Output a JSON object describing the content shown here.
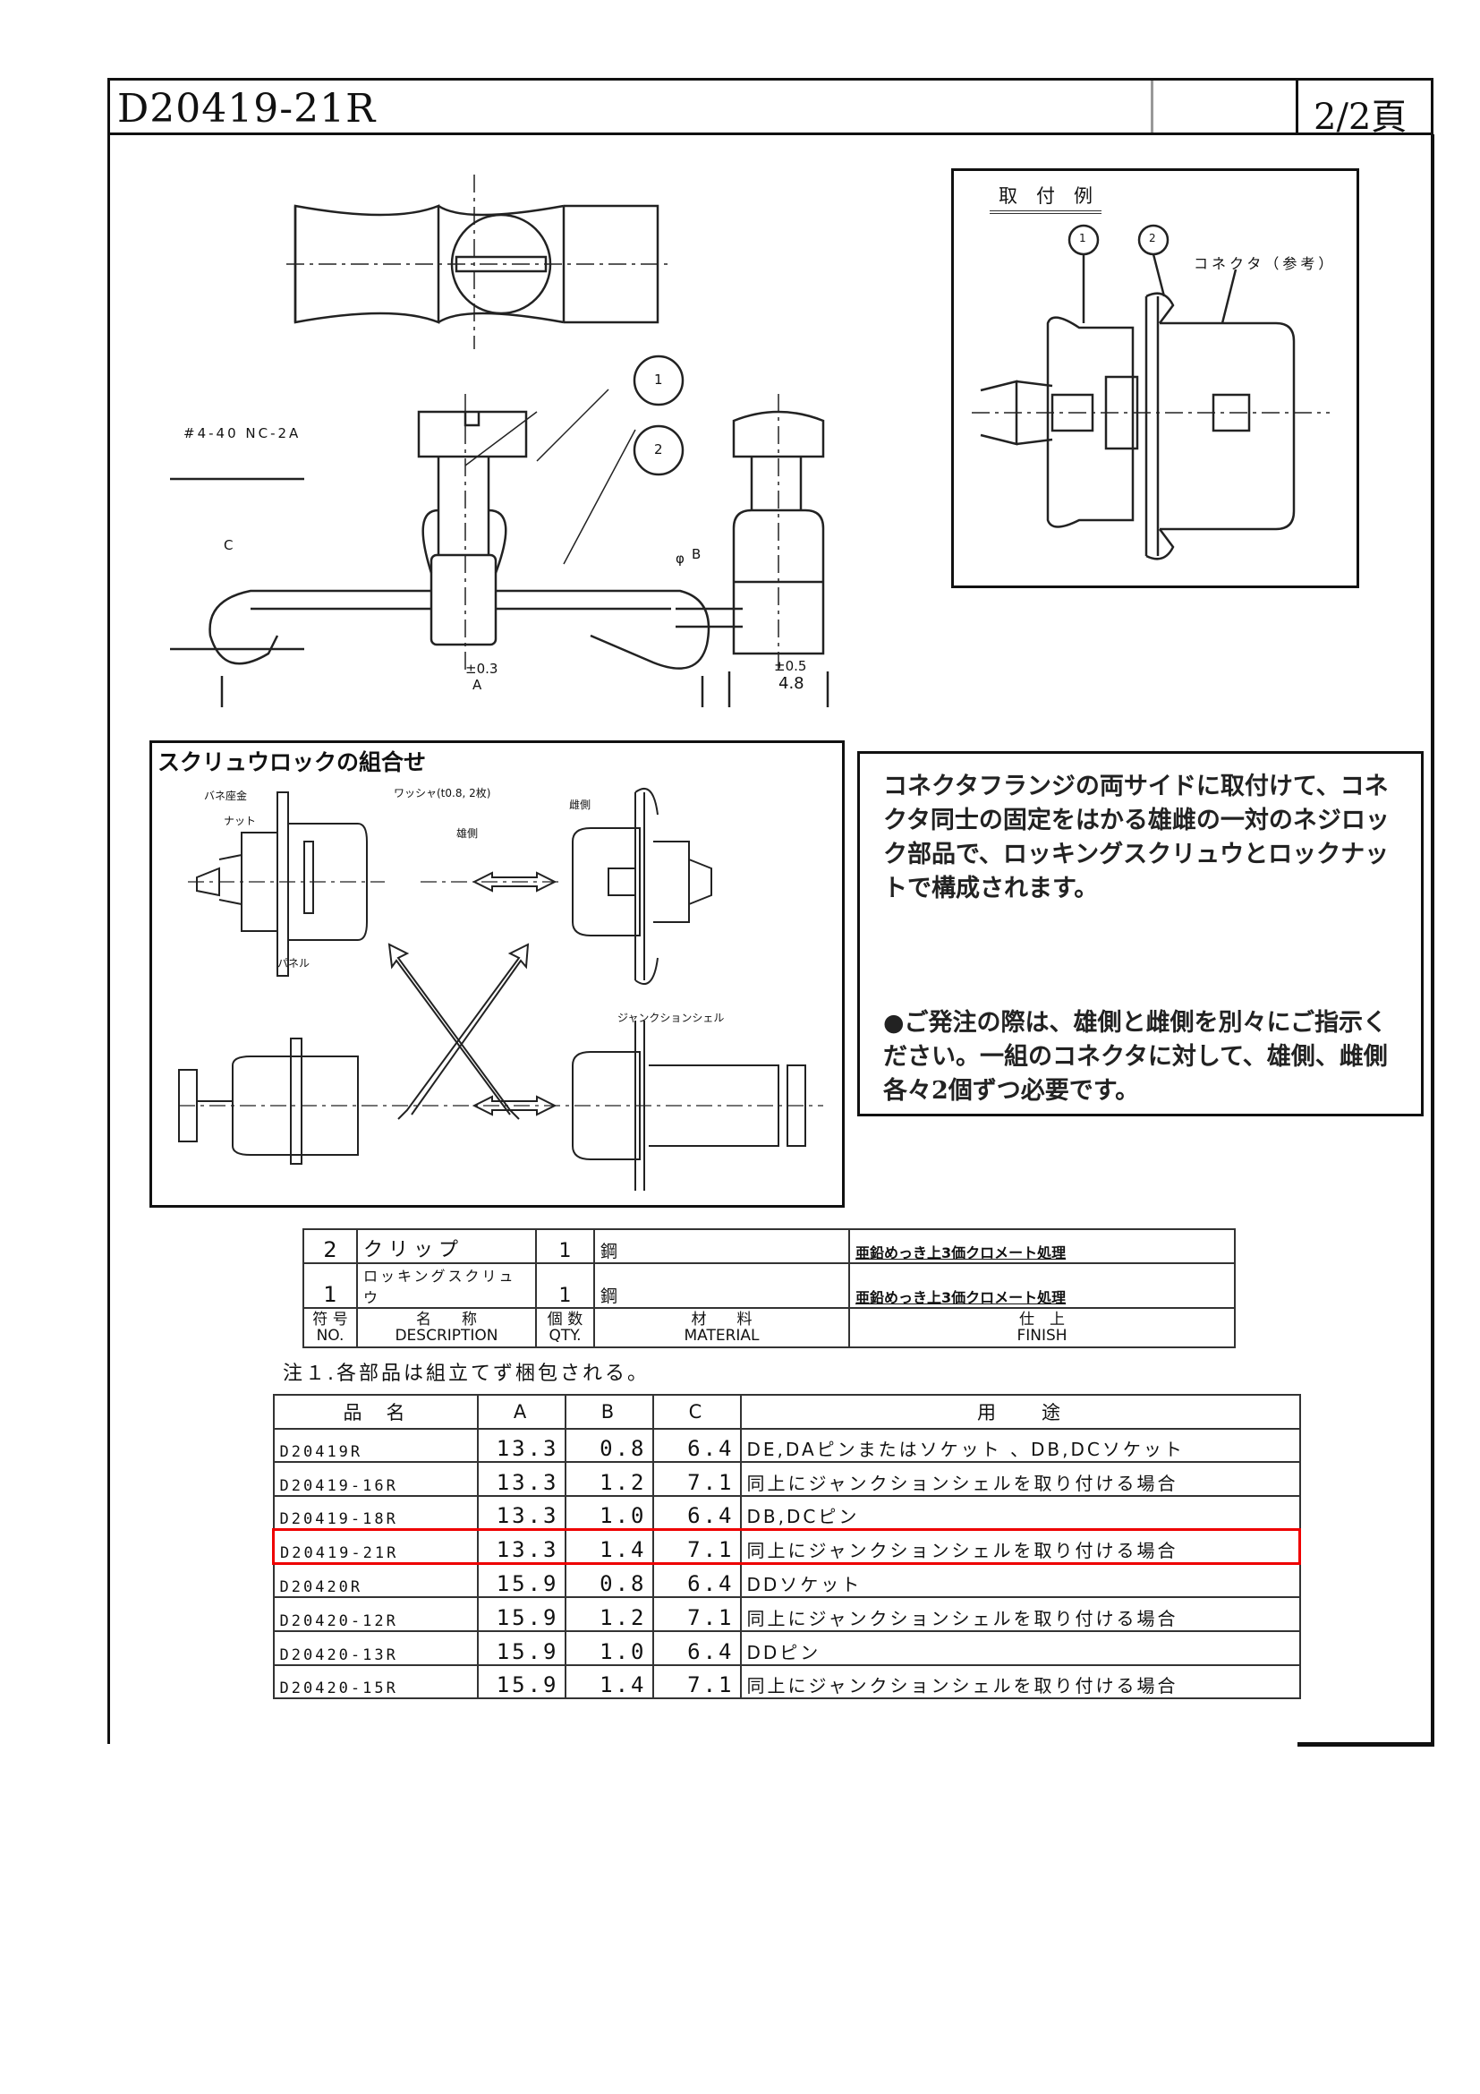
{
  "header": {
    "doc_id": "D20419-21R",
    "page": "2/2頁"
  },
  "drawing": {
    "thread_label": "#4-40 NC-2A",
    "balloon_1": "1",
    "balloon_2": "2",
    "dim_a_tol": "±0.3",
    "dim_a": "A",
    "dim_c": "C",
    "dim_b": "B",
    "dim_b_phi": "φ",
    "dim_w_tol": "±0.5",
    "dim_w": "4.8"
  },
  "install_example": {
    "title": "取　付　例",
    "balloon_1": "1",
    "balloon_2": "2",
    "connector_label": "コネクタ（参考）"
  },
  "screw_lock": {
    "title": "スクリュウロックの組合せ",
    "labels": {
      "spring_washer": "バネ座金",
      "nut": "ナット",
      "washer": "ワッシャ(t0.8, 2枚)",
      "male": "雄側",
      "female": "雌側",
      "panel": "パネル",
      "junction_shell": "ジャンクションシェル"
    }
  },
  "description": {
    "p1": "コネクタフランジの両サイドに取付けて、コネクタ同士の固定をはかる雄雌の一対のネジロック部品で、ロッキングスクリュウとロックナットで構成されます。",
    "p2": "●ご発注の際は、雄側と雌側を別々にご指示ください。一組のコネクタに対して、雄側、雌側各々2個ずつ必要です。"
  },
  "parts_table": {
    "rows": [
      {
        "no": "2",
        "desc": "クリップ",
        "qty": "1",
        "material": "鋼",
        "finish": "亜鉛めっき上3価クロメート処理"
      },
      {
        "no": "1",
        "desc": "ロッキングスクリュウ",
        "qty": "1",
        "material": "鋼",
        "finish": "亜鉛めっき上3価クロメート処理"
      }
    ],
    "header": {
      "no_jp": "符 号",
      "no": "NO.",
      "desc_jp": "名　　称",
      "desc": "DESCRIPTION",
      "qty_jp": "個 数",
      "qty": "QTY.",
      "mat_jp": "材　　料",
      "mat": "MATERIAL",
      "fin_jp": "仕　上",
      "fin": "FINISH"
    }
  },
  "note": "注１.各部品は組立てず梱包される。",
  "spec_table": {
    "headers": [
      "品　名",
      "A",
      "B",
      "C",
      "用　　途"
    ],
    "rows": [
      [
        "D20419R",
        "13.3",
        "0.8",
        "6.4",
        "DE,DAピンまたはソケット 、DB,DCソケット"
      ],
      [
        "D20419-16R",
        "13.3",
        "1.2",
        "7.1",
        "同上にジャンクションシェルを取り付ける場合"
      ],
      [
        "D20419-18R",
        "13.3",
        "1.0",
        "6.4",
        "DB,DCピン"
      ],
      [
        "D20419-21R",
        "13.3",
        "1.4",
        "7.1",
        "同上にジャンクションシェルを取り付ける場合"
      ],
      [
        "D20420R",
        "15.9",
        "0.8",
        "6.4",
        "DDソケット"
      ],
      [
        "D20420-12R",
        "15.9",
        "1.2",
        "7.1",
        "同上にジャンクションシェルを取り付ける場合"
      ],
      [
        "D20420-13R",
        "15.9",
        "1.0",
        "6.4",
        "DDピン"
      ],
      [
        "D20420-15R",
        "15.9",
        "1.4",
        "7.1",
        "同上にジャンクションシェルを取り付ける場合"
      ]
    ],
    "highlight_row": 3,
    "highlight_color": "#e00000"
  }
}
